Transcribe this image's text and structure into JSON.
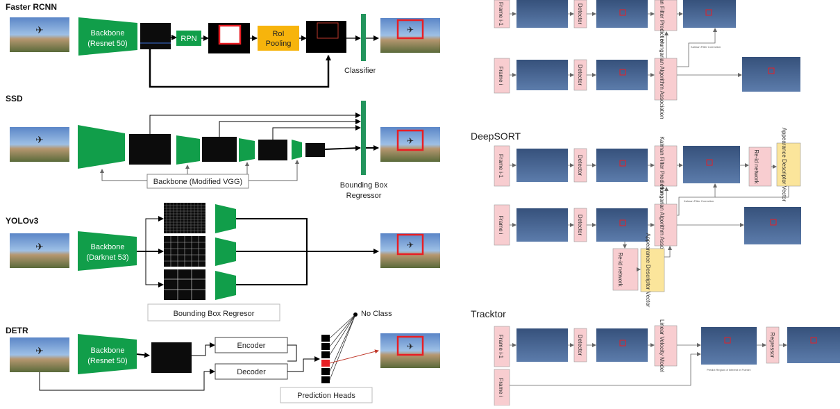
{
  "left": {
    "faster_rcnn": {
      "title": "Faster RCNN",
      "backbone_line1": "Backbone",
      "backbone_line2": "(Resnet 50)",
      "rpn": "RPN",
      "roi_line1": "RoI",
      "roi_line2": "Pooling",
      "classifier": "Classifier"
    },
    "ssd": {
      "title": "SSD",
      "backbone": "Backbone (Modified VGG)",
      "regressor_line1": "Bounding Box",
      "regressor_line2": "Regressor"
    },
    "yolo": {
      "title": "YOLOv3",
      "backbone_line1": "Backbone",
      "backbone_line2": "(Darknet 53)",
      "regressor": "Bounding Box Regresor"
    },
    "detr": {
      "title": "DETR",
      "backbone_line1": "Backbone",
      "backbone_line2": "(Resnet 50)",
      "encoder": "Encoder",
      "decoder": "Decoder",
      "no_class": "No Class",
      "heads": "Prediction Heads"
    }
  },
  "right": {
    "sort": {
      "frame_prev": "Frame i-1",
      "frame_cur": "Frame i",
      "detector": "Detector",
      "kalman": "Kalman Filter Prediction",
      "hungarian": "Hungarian Algorithm Association",
      "correction": "Kalman Filter Correction"
    },
    "deepsort": {
      "title": "DeepSORT",
      "frame_prev": "Frame i-1",
      "frame_cur": "Frame i",
      "detector": "Detector",
      "kalman": "Kalman Filter Prediction",
      "hungarian": "Hungarian Algorithm Association",
      "reid": "Re-id network",
      "appearance": "Appearance Descriptor Vector",
      "correction": "Kalman Filter Correction"
    },
    "tracktor": {
      "title": "Tracktor",
      "frame_prev": "Frame i-1",
      "frame_cur": "Frame i",
      "detector": "Detector",
      "linear": "Linear Velocity Model",
      "regressor": "Regressor",
      "roi_note": "Predict Region of Interest in Frame i"
    }
  },
  "colors": {
    "green": "#119E4A",
    "green_bar": "#22945C",
    "orange": "#F7B40C",
    "pink": "#F8CDD0",
    "yellow": "#FBE59B",
    "sky": "#3F5E89",
    "red": "#E81E24"
  }
}
